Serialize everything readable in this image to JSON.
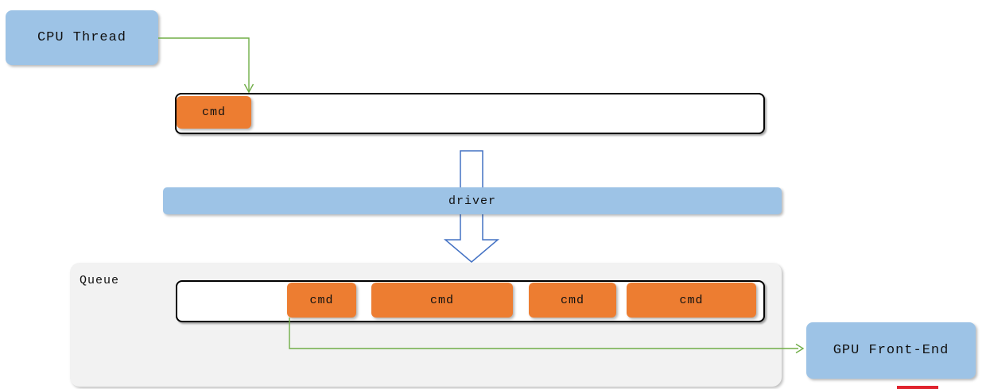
{
  "diagram": {
    "cpu_box": {
      "label": "CPU Thread"
    },
    "command_buffer": {
      "cmd_label": "cmd"
    },
    "driver_bar": {
      "label": "driver"
    },
    "queue": {
      "label": "Queue",
      "items": [
        "cmd",
        "cmd",
        "cmd",
        "cmd"
      ]
    },
    "gpu_box": {
      "label": "GPU Front-End"
    },
    "colors": {
      "node_blue": "#9DC3E6",
      "cmd_orange": "#ED7D31",
      "connector_green": "#70AD47",
      "big_arrow_outline": "#4472C4",
      "queue_gray": "#F2F2F2",
      "buffer_border": "#000000",
      "red_marker": "#E0232E"
    }
  }
}
